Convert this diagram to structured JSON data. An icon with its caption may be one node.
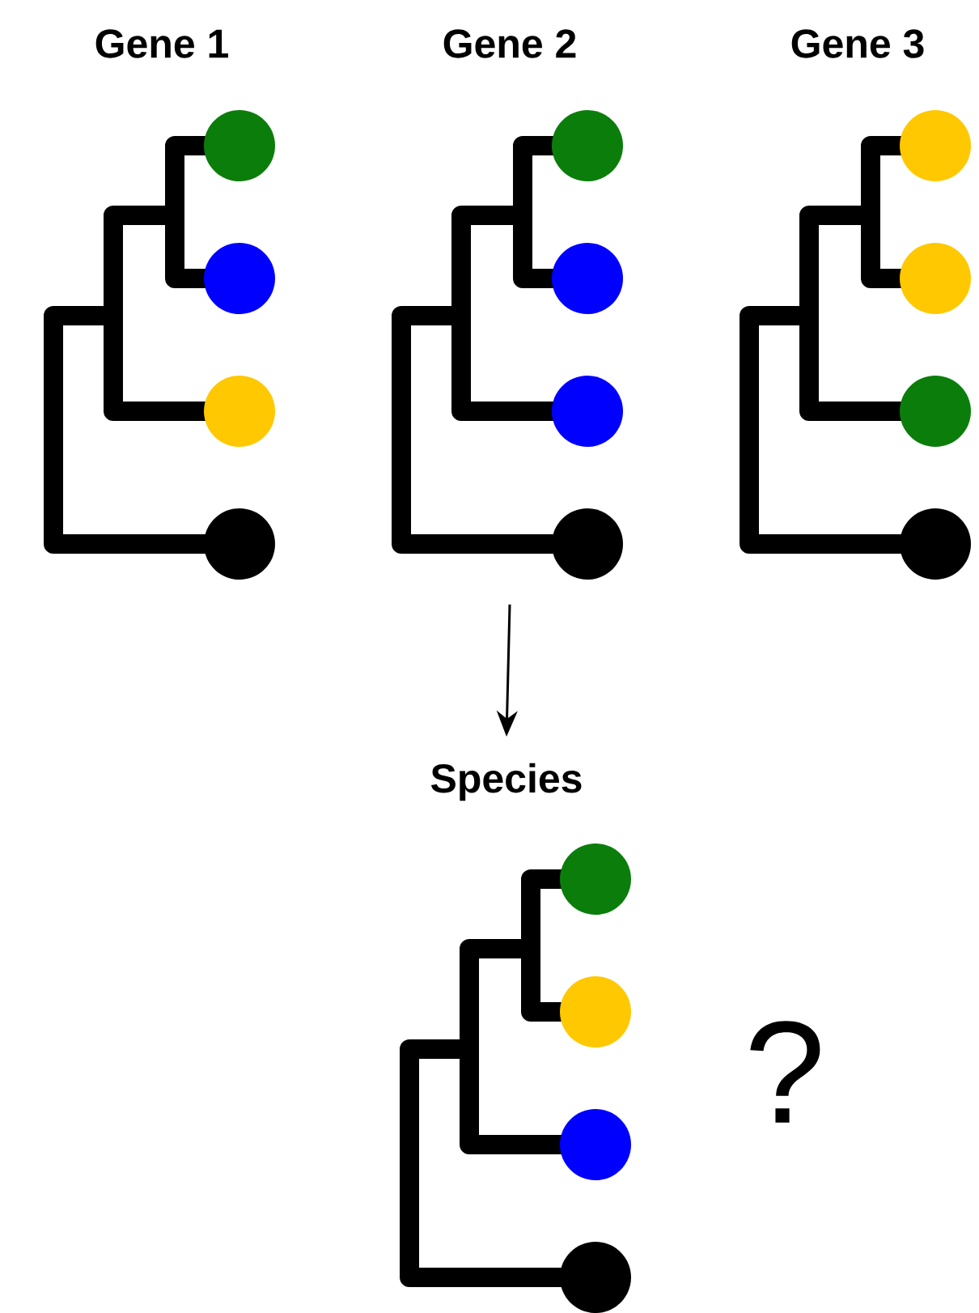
{
  "diagram": {
    "nodes": [
      {
        "text": [
          "Gene 1"
        ]
      },
      {
        "text": [
          "Gene 2"
        ]
      },
      {
        "text": [
          "Gene 3"
        ]
      },
      {
        "text": [
          "Species"
        ]
      }
    ],
    "edges": [
      {
        "from": 1,
        "to": 3,
        "arrow": "to"
      }
    ],
    "labels": [
      "?"
    ]
  }
}
